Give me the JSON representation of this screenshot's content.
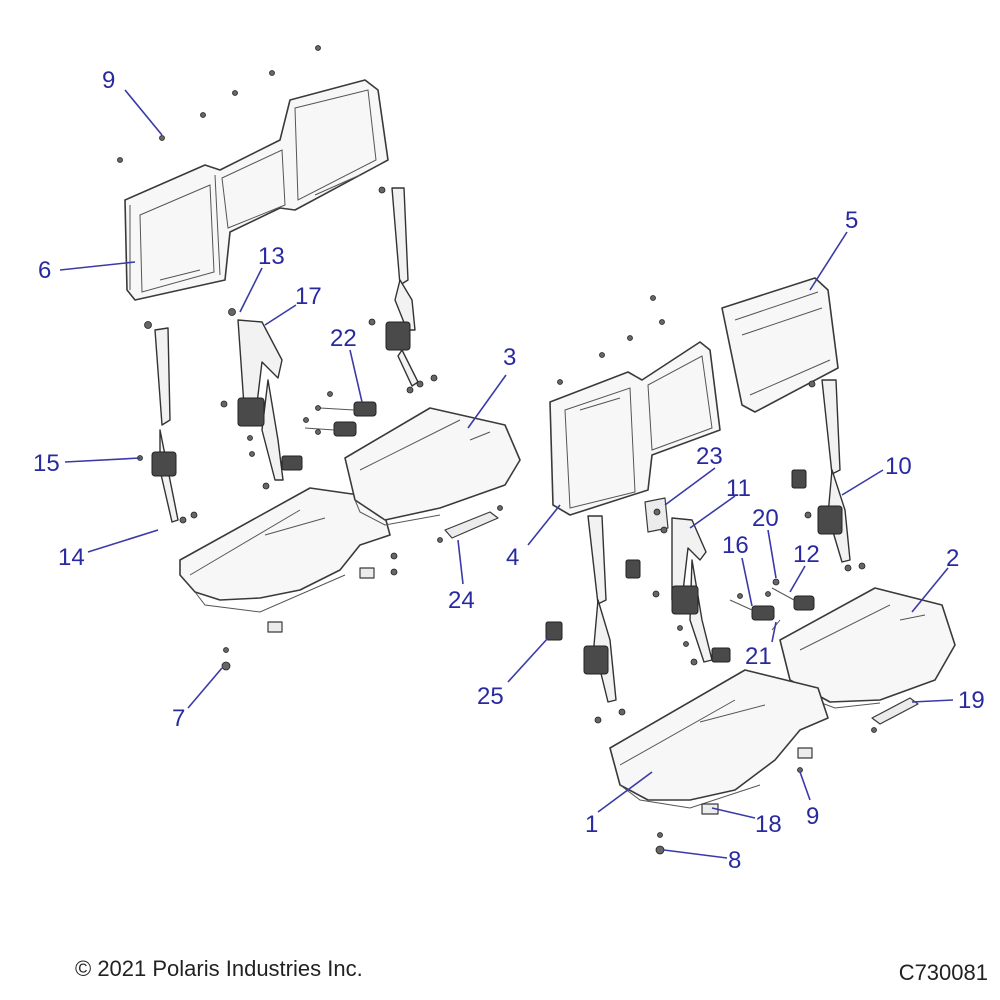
{
  "diagram": {
    "callouts": {
      "c1": "1",
      "c2": "2",
      "c3": "3",
      "c4": "4",
      "c5": "5",
      "c6": "6",
      "c7": "7",
      "c8": "8",
      "c9a": "9",
      "c9b": "9",
      "c10": "10",
      "c11": "11",
      "c12": "12",
      "c13": "13",
      "c14": "14",
      "c15": "15",
      "c16": "16",
      "c17": "17",
      "c18": "18",
      "c19": "19",
      "c20": "20",
      "c21": "21",
      "c22": "22",
      "c23": "23",
      "c24": "24",
      "c25": "25"
    }
  },
  "footer": {
    "copyright": "© 2021 Polaris Industries Inc.",
    "figure_id": "C730081"
  }
}
